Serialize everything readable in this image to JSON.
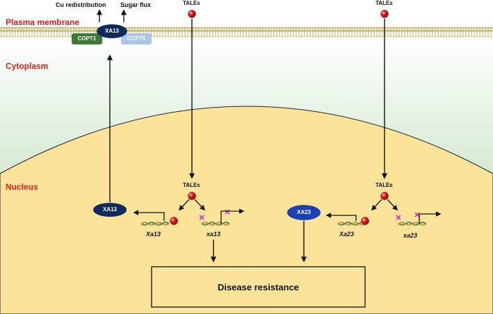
{
  "regions": {
    "plasma_membrane": "Plasma membrane",
    "cytoplasm": "Cytoplasm",
    "nucleus": "Nucleus"
  },
  "outputs": {
    "cu": "Cu redistribution",
    "sugar": "Sugar flux"
  },
  "proteins": {
    "xa13_membrane": "XA13",
    "copt1": "COPT1",
    "copt5": "COPT5",
    "xa13_nucleus": "XA13",
    "xa23_nucleus": "XA23"
  },
  "effectors": {
    "tales_top_left": "TALEs",
    "tales_top_right": "TALEs",
    "tales_nuc_left": "TALEs",
    "tales_nuc_right": "TALEs"
  },
  "genes": {
    "Xa13": "Xa13",
    "xa13": "xa13",
    "Xa23": "Xa23",
    "xa23": "xa23"
  },
  "result": "Disease resistance",
  "colors": {
    "region_label": "#e11d1d",
    "nucleus_fill": "#fbe39a",
    "cytoplasm_green": "#a9d3a4",
    "copt1": "#3e7a35",
    "copt5": "#a9c6e6",
    "xa13": "#0f2b5c",
    "xa23": "#1c3fb3",
    "tale_red": "#e0191c",
    "mutation_mark": "#cc33cc"
  },
  "icons": [
    "tale-effector-icon",
    "dna-helix-icon",
    "mutation-x-icon",
    "transcription-start-arrow-icon"
  ]
}
